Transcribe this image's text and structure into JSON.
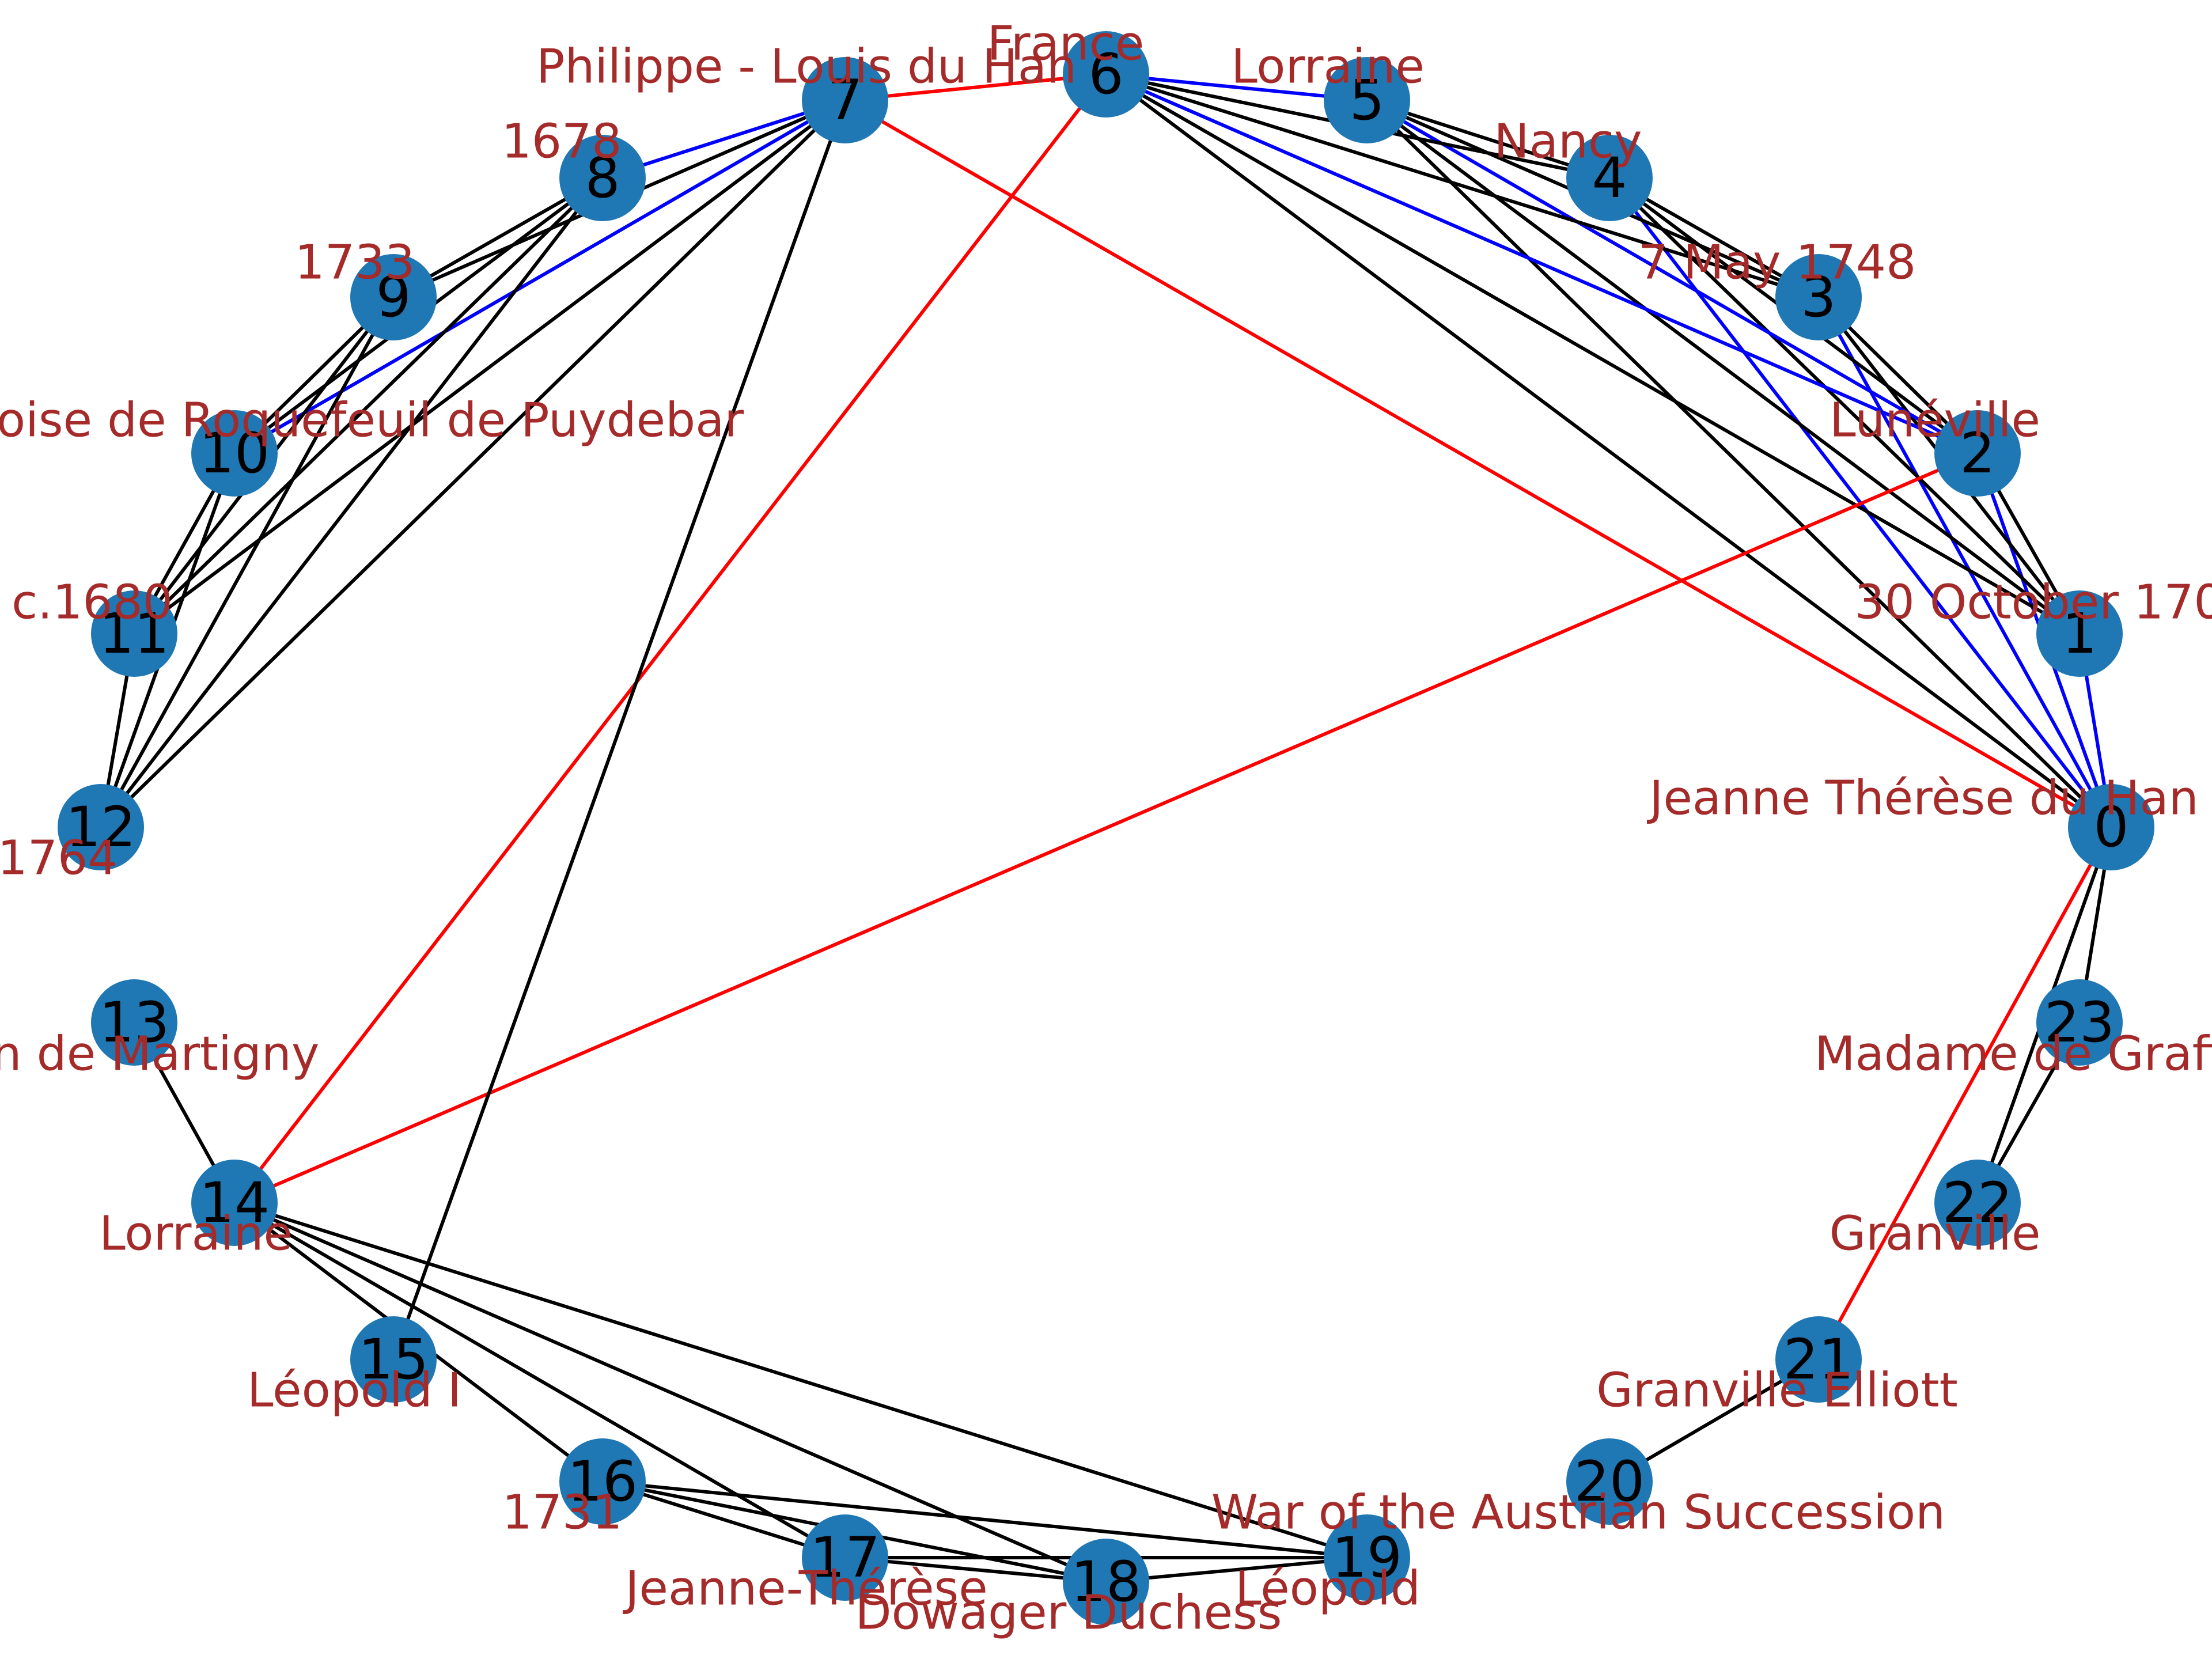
{
  "colors": {
    "node_fill": "#1f77b4",
    "label": "#a52a2a",
    "edge_default": "#000000",
    "edge_blue": "#0000ff",
    "edge_red": "#ff0000"
  },
  "nodes": [
    {
      "id": "0",
      "label": "Jeanne Thérèse du Han"
    },
    {
      "id": "1",
      "label": "30 October 170"
    },
    {
      "id": "2",
      "label": "Lunéville"
    },
    {
      "id": "3",
      "label": "7 May 1748"
    },
    {
      "id": "4",
      "label": "Nancy"
    },
    {
      "id": "5",
      "label": "Lorraine"
    },
    {
      "id": "6",
      "label": "France"
    },
    {
      "id": "7",
      "label": "Philippe - Louis du Han"
    },
    {
      "id": "8",
      "label": "1678"
    },
    {
      "id": "9",
      "label": "1733"
    },
    {
      "id": "10",
      "label": "çoise de Roquefeuil de Puydebar"
    },
    {
      "id": "11",
      "label": "c.1680"
    },
    {
      "id": "12",
      "label": "1764"
    },
    {
      "id": "13",
      "label": "n de Martigny"
    },
    {
      "id": "14",
      "label": "Lorraine"
    },
    {
      "id": "15",
      "label": "Léopold I"
    },
    {
      "id": "16",
      "label": "1731"
    },
    {
      "id": "17",
      "label": "Jeanne-Thérèse"
    },
    {
      "id": "18",
      "label": "Dowager Duchess"
    },
    {
      "id": "19",
      "label": "Léopold"
    },
    {
      "id": "20",
      "label": "War of the Austrian Succession"
    },
    {
      "id": "21",
      "label": "Granville Elliott"
    },
    {
      "id": "22",
      "label": "Granville"
    },
    {
      "id": "23",
      "label": "Madame de Graffic"
    }
  ],
  "edges": [
    {
      "s": 0,
      "t": 1,
      "color": "blue"
    },
    {
      "s": 0,
      "t": 2,
      "color": "blue"
    },
    {
      "s": 0,
      "t": 3,
      "color": "blue"
    },
    {
      "s": 0,
      "t": 4,
      "color": "blue"
    },
    {
      "s": 0,
      "t": 5,
      "color": "black"
    },
    {
      "s": 0,
      "t": 6,
      "color": "black"
    },
    {
      "s": 0,
      "t": 7,
      "color": "red"
    },
    {
      "s": 0,
      "t": 21,
      "color": "red"
    },
    {
      "s": 0,
      "t": 22,
      "color": "black"
    },
    {
      "s": 0,
      "t": 23,
      "color": "black"
    },
    {
      "s": 1,
      "t": 2,
      "color": "black"
    },
    {
      "s": 1,
      "t": 3,
      "color": "black"
    },
    {
      "s": 1,
      "t": 4,
      "color": "black"
    },
    {
      "s": 1,
      "t": 5,
      "color": "black"
    },
    {
      "s": 1,
      "t": 6,
      "color": "black"
    },
    {
      "s": 2,
      "t": 3,
      "color": "black"
    },
    {
      "s": 2,
      "t": 4,
      "color": "black"
    },
    {
      "s": 2,
      "t": 5,
      "color": "blue"
    },
    {
      "s": 2,
      "t": 6,
      "color": "blue"
    },
    {
      "s": 2,
      "t": 14,
      "color": "red"
    },
    {
      "s": 3,
      "t": 4,
      "color": "black"
    },
    {
      "s": 3,
      "t": 5,
      "color": "black"
    },
    {
      "s": 3,
      "t": 6,
      "color": "black"
    },
    {
      "s": 4,
      "t": 5,
      "color": "black"
    },
    {
      "s": 4,
      "t": 6,
      "color": "black"
    },
    {
      "s": 5,
      "t": 6,
      "color": "blue"
    },
    {
      "s": 6,
      "t": 7,
      "color": "red"
    },
    {
      "s": 6,
      "t": 14,
      "color": "red"
    },
    {
      "s": 7,
      "t": 8,
      "color": "blue"
    },
    {
      "s": 7,
      "t": 9,
      "color": "black"
    },
    {
      "s": 7,
      "t": 10,
      "color": "blue"
    },
    {
      "s": 7,
      "t": 11,
      "color": "black"
    },
    {
      "s": 7,
      "t": 12,
      "color": "black"
    },
    {
      "s": 7,
      "t": 15,
      "color": "black"
    },
    {
      "s": 8,
      "t": 9,
      "color": "black"
    },
    {
      "s": 8,
      "t": 10,
      "color": "black"
    },
    {
      "s": 8,
      "t": 11,
      "color": "black"
    },
    {
      "s": 8,
      "t": 12,
      "color": "black"
    },
    {
      "s": 9,
      "t": 10,
      "color": "black"
    },
    {
      "s": 9,
      "t": 11,
      "color": "black"
    },
    {
      "s": 9,
      "t": 12,
      "color": "black"
    },
    {
      "s": 10,
      "t": 11,
      "color": "black"
    },
    {
      "s": 10,
      "t": 12,
      "color": "black"
    },
    {
      "s": 11,
      "t": 12,
      "color": "black"
    },
    {
      "s": 13,
      "t": 14,
      "color": "black"
    },
    {
      "s": 14,
      "t": 16,
      "color": "black"
    },
    {
      "s": 14,
      "t": 17,
      "color": "black"
    },
    {
      "s": 14,
      "t": 18,
      "color": "black"
    },
    {
      "s": 14,
      "t": 19,
      "color": "black"
    },
    {
      "s": 16,
      "t": 17,
      "color": "black"
    },
    {
      "s": 16,
      "t": 18,
      "color": "black"
    },
    {
      "s": 16,
      "t": 19,
      "color": "black"
    },
    {
      "s": 17,
      "t": 18,
      "color": "black"
    },
    {
      "s": 17,
      "t": 19,
      "color": "black"
    },
    {
      "s": 18,
      "t": 19,
      "color": "black"
    },
    {
      "s": 20,
      "t": 21,
      "color": "black"
    },
    {
      "s": 22,
      "t": 23,
      "color": "black"
    }
  ]
}
